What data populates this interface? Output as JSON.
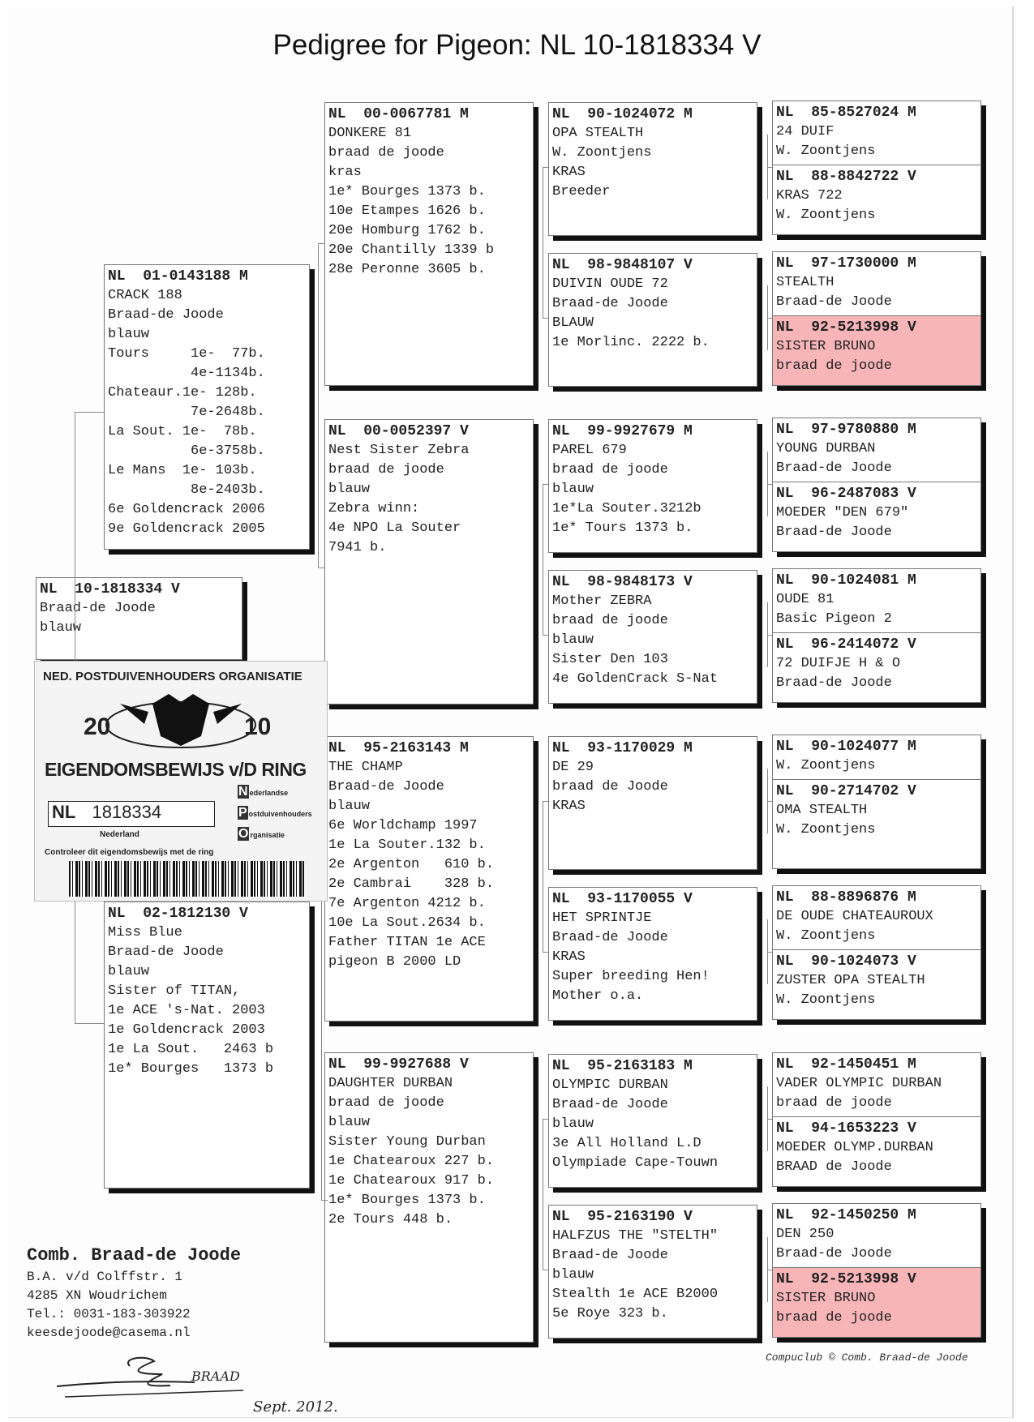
{
  "title": "Pedigree for Pigeon: NL  10-1818334 V",
  "subject": {
    "ring": "NL  10-1818334 V",
    "lines": [
      "",
      "Braad-de Joode",
      "blauw"
    ]
  },
  "parents": [
    {
      "ring": "NL  01-0143188 M",
      "lines": [
        "CRACK 188",
        "Braad-de Joode",
        "blauw",
        "Tours     1e-  77b.",
        "          4e-1134b.",
        "Chateaur.1e- 128b.",
        "          7e-2648b.",
        "La Sout. 1e-  78b.",
        "          6e-3758b.",
        "Le Mans  1e- 103b.",
        "          8e-2403b.",
        "6e Goldencrack 2006",
        "9e Goldencrack 2005"
      ]
    },
    {
      "ring": "NL  02-1812130 V",
      "lines": [
        "Miss Blue",
        "Braad-de Joode",
        "blauw",
        "Sister of TITAN,",
        "1e ACE 's-Nat. 2003",
        "1e Goldencrack 2003",
        "1e La Sout.   2463 b",
        "1e* Bourges   1373 b"
      ]
    }
  ],
  "grandparents": [
    {
      "ring": "NL  00-0067781 M",
      "lines": [
        "DONKERE 81",
        "braad de joode",
        "kras",
        "1e* Bourges 1373 b.",
        "10e Etampes 1626 b.",
        "20e Homburg 1762 b.",
        "20e Chantilly 1339 b",
        "28e Peronne 3605 b."
      ]
    },
    {
      "ring": "NL  00-0052397 V",
      "lines": [
        "Nest Sister Zebra",
        "braad de joode",
        "blauw",
        "Zebra winn:",
        "4e NPO La Souter",
        "7941 b."
      ]
    },
    {
      "ring": "NL  95-2163143 M",
      "lines": [
        "THE CHAMP",
        "Braad-de Joode",
        "blauw",
        "6e Worldchamp 1997",
        "1e La Souter.132 b.",
        "2e Argenton   610 b.",
        "2e Cambrai    328 b.",
        "7e Argenton 4212 b.",
        "10e La Sout.2634 b.",
        "Father TITAN 1e ACE",
        "pigeon B 2000 LD"
      ]
    },
    {
      "ring": "NL  99-9927688 V",
      "lines": [
        "DAUGHTER DURBAN",
        "braad de joode",
        "blauw",
        "Sister Young Durban",
        "1e Chatearoux 227 b.",
        "1e Chatearoux 917 b.",
        "1e* Bourges 1373 b.",
        "2e Tours 448 b."
      ]
    }
  ],
  "great_grandparents": [
    {
      "ring": "NL  90-1024072 M",
      "lines": [
        "OPA STEALTH",
        "W. Zoontjens",
        "KRAS",
        "Breeder"
      ]
    },
    {
      "ring": "NL  98-9848107 V",
      "lines": [
        "DUIVIN OUDE 72",
        "Braad-de Joode",
        "BLAUW",
        "1e Morlinc. 2222 b."
      ]
    },
    {
      "ring": "NL  99-9927679 M",
      "lines": [
        "PAREL 679",
        "braad de joode",
        "blauw",
        "1e*La Souter.3212b",
        "1e* Tours 1373 b."
      ]
    },
    {
      "ring": "NL  98-9848173 V",
      "lines": [
        "Mother ZEBRA",
        "braad de joode",
        "blauw",
        "Sister Den 103",
        "4e GoldenCrack S-Nat"
      ]
    },
    {
      "ring": "NL  93-1170029 M",
      "lines": [
        "DE 29",
        "braad de Joode",
        "KRAS"
      ]
    },
    {
      "ring": "NL  93-1170055 V",
      "lines": [
        "HET SPRINTJE",
        "Braad-de Joode",
        "KRAS",
        "Super breeding Hen!",
        "Mother o.a."
      ]
    },
    {
      "ring": "NL  95-2163183 M",
      "lines": [
        "OLYMPIC DURBAN",
        "Braad-de Joode",
        "blauw",
        "3e All Holland L.D",
        "Olympiade Cape-Touwn"
      ]
    },
    {
      "ring": "NL  95-2163190 V",
      "lines": [
        "HALFZUS THE \"STELTH\"",
        "Braad-de Joode",
        "blauw",
        "Stealth 1e ACE B2000",
        "5e Roye 323 b."
      ]
    }
  ],
  "gg_grandparents": [
    {
      "m": {
        "ring": "NL  85-8527024 M",
        "lines": [
          "24 DUIF",
          "W. Zoontjens"
        ]
      },
      "v": {
        "ring": "NL  88-8842722 V",
        "lines": [
          "KRAS 722",
          "W. Zoontjens"
        ],
        "highlight": false
      }
    },
    {
      "m": {
        "ring": "NL  97-1730000 M",
        "lines": [
          "STEALTH",
          "Braad-de Joode"
        ]
      },
      "v": {
        "ring": "NL  92-5213998 V",
        "lines": [
          "SISTER BRUNO",
          "braad de joode"
        ],
        "highlight": true
      }
    },
    {
      "m": {
        "ring": "NL  97-9780880 M",
        "lines": [
          "YOUNG DURBAN",
          "Braad-de Joode"
        ]
      },
      "v": {
        "ring": "NL  96-2487083 V",
        "lines": [
          "MOEDER \"DEN 679\"",
          "Braad-de Joode"
        ],
        "highlight": false
      }
    },
    {
      "m": {
        "ring": "NL  90-1024081 M",
        "lines": [
          "OUDE 81",
          "Basic Pigeon 2"
        ]
      },
      "v": {
        "ring": "NL  96-2414072 V",
        "lines": [
          "72 DUIFJE H & O",
          "Braad-de Joode"
        ],
        "highlight": false
      }
    },
    {
      "m": {
        "ring": "NL  90-1024077 M",
        "lines": [
          "",
          "W. Zoontjens"
        ]
      },
      "v": {
        "ring": "NL  90-2714702 V",
        "lines": [
          "OMA STEALTH",
          "W. Zoontjens"
        ],
        "highlight": false
      }
    },
    {
      "m": {
        "ring": "NL  88-8896876 M",
        "lines": [
          "DE OUDE CHATEAUROUX",
          "W. Zoontjens"
        ]
      },
      "v": {
        "ring": "NL  90-1024073 V",
        "lines": [
          "ZUSTER OPA STEALTH",
          "W. Zoontjens"
        ],
        "highlight": false
      }
    },
    {
      "m": {
        "ring": "NL  92-1450451 M",
        "lines": [
          "VADER OLYMPIC DURBAN",
          "braad de joode"
        ]
      },
      "v": {
        "ring": "NL  94-1653223 V",
        "lines": [
          "MOEDER OLYMP.DURBAN",
          "BRAAD de Joode"
        ],
        "highlight": false
      }
    },
    {
      "m": {
        "ring": "NL  92-1450250 M",
        "lines": [
          "DEN 250",
          "Braad-de Joode"
        ]
      },
      "v": {
        "ring": "NL  92-5213998 V",
        "lines": [
          "SISTER BRUNO",
          "braad de joode"
        ],
        "highlight": true
      }
    }
  ],
  "ring_card": {
    "org": "NED. POSTDUIVENHOUDERS ORGANISATIE",
    "year_left": "20",
    "year_right": "10",
    "ownership": "EIGENDOMSBEWIJS v/D RING",
    "country": "NL",
    "ring_number": "1818334",
    "side_n": "N",
    "side_n_text": "ederlandse",
    "side_p": "P",
    "side_p_text": "ostduivenhouders",
    "side_o": "O",
    "side_o_text": "rganisatie",
    "nation": "Nederland",
    "control": "Controleer dit eigendomsbewijs met de ring"
  },
  "breeder": {
    "name": "Comb. Braad-de Joode",
    "address1": "B.A. v/d Colffstr. 1",
    "address2": "4285 XN  Woudrichem",
    "phone": "Tel.: 0031-183-303922",
    "email": "keesdejoode@casema.nl"
  },
  "footer": "Compuclub © Comb. Braad-de Joode",
  "signature_text": "BRAAD",
  "signature_date": "Sept. 2012."
}
